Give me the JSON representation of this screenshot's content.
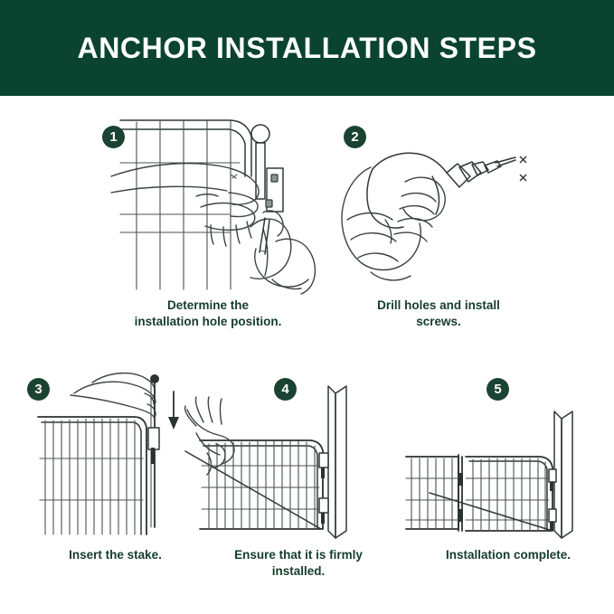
{
  "header": {
    "title": "ANCHOR INSTALLATION STEPS",
    "background_color": "#0a4430",
    "text_color": "#ffffff"
  },
  "theme": {
    "badge_color": "#1b4332",
    "caption_color": "#153d2b",
    "line_color": "#2f3a36",
    "page_background": "#ffffff"
  },
  "steps": [
    {
      "number": "1",
      "caption_line1": "Determine the",
      "caption_line2": "installation hole position.",
      "illustration": "hands-positioning-bracket-on-wire-fence"
    },
    {
      "number": "2",
      "caption_line1": "Drill holes and install",
      "caption_line2": "screws.",
      "illustration": "hand-holding-drill-marking-holes"
    },
    {
      "number": "3",
      "caption_line1": "Insert the stake.",
      "caption_line2": "",
      "illustration": "hand-pushing-stake-down-into-fence-panel"
    },
    {
      "number": "4",
      "caption_line1": "Ensure that it is firmly",
      "caption_line2": "installed.",
      "illustration": "hand-pulling-fence-panel-to-test"
    },
    {
      "number": "5",
      "caption_line1": "Installation complete.",
      "caption_line2": "",
      "illustration": "two-fence-panels-attached-to-post"
    }
  ]
}
